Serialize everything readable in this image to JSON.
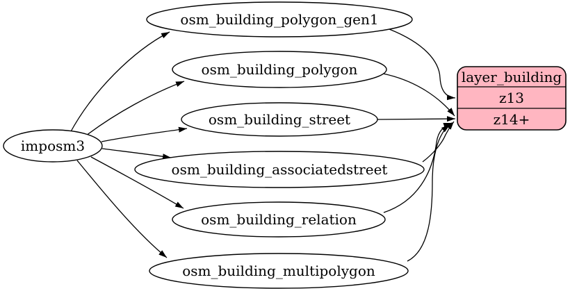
{
  "diagram": {
    "source_node": {
      "label": "imposm3"
    },
    "tables": [
      {
        "label": "osm_building_polygon_gen1"
      },
      {
        "label": "osm_building_polygon"
      },
      {
        "label": "osm_building_street"
      },
      {
        "label": "osm_building_associatedstreet"
      },
      {
        "label": "osm_building_relation"
      },
      {
        "label": "osm_building_multipolygon"
      }
    ],
    "layer_node": {
      "title": "layer_building",
      "rows": [
        {
          "label": "z13"
        },
        {
          "label": "z14+"
        }
      ],
      "fill": "#ffb6c1",
      "stroke": "#000000"
    },
    "edges": [
      {
        "from": "imposm3",
        "to": "osm_building_polygon_gen1"
      },
      {
        "from": "imposm3",
        "to": "osm_building_polygon"
      },
      {
        "from": "imposm3",
        "to": "osm_building_street"
      },
      {
        "from": "imposm3",
        "to": "osm_building_associatedstreet"
      },
      {
        "from": "imposm3",
        "to": "osm_building_relation"
      },
      {
        "from": "imposm3",
        "to": "osm_building_multipolygon"
      },
      {
        "from": "osm_building_polygon_gen1",
        "to": "layer_building:z13"
      },
      {
        "from": "osm_building_polygon",
        "to": "layer_building:z14+"
      },
      {
        "from": "osm_building_street",
        "to": "layer_building:z14+"
      },
      {
        "from": "osm_building_associatedstreet",
        "to": "layer_building:z14+"
      },
      {
        "from": "osm_building_relation",
        "to": "layer_building:z14+"
      },
      {
        "from": "osm_building_multipolygon",
        "to": "layer_building:z14+"
      }
    ]
  }
}
